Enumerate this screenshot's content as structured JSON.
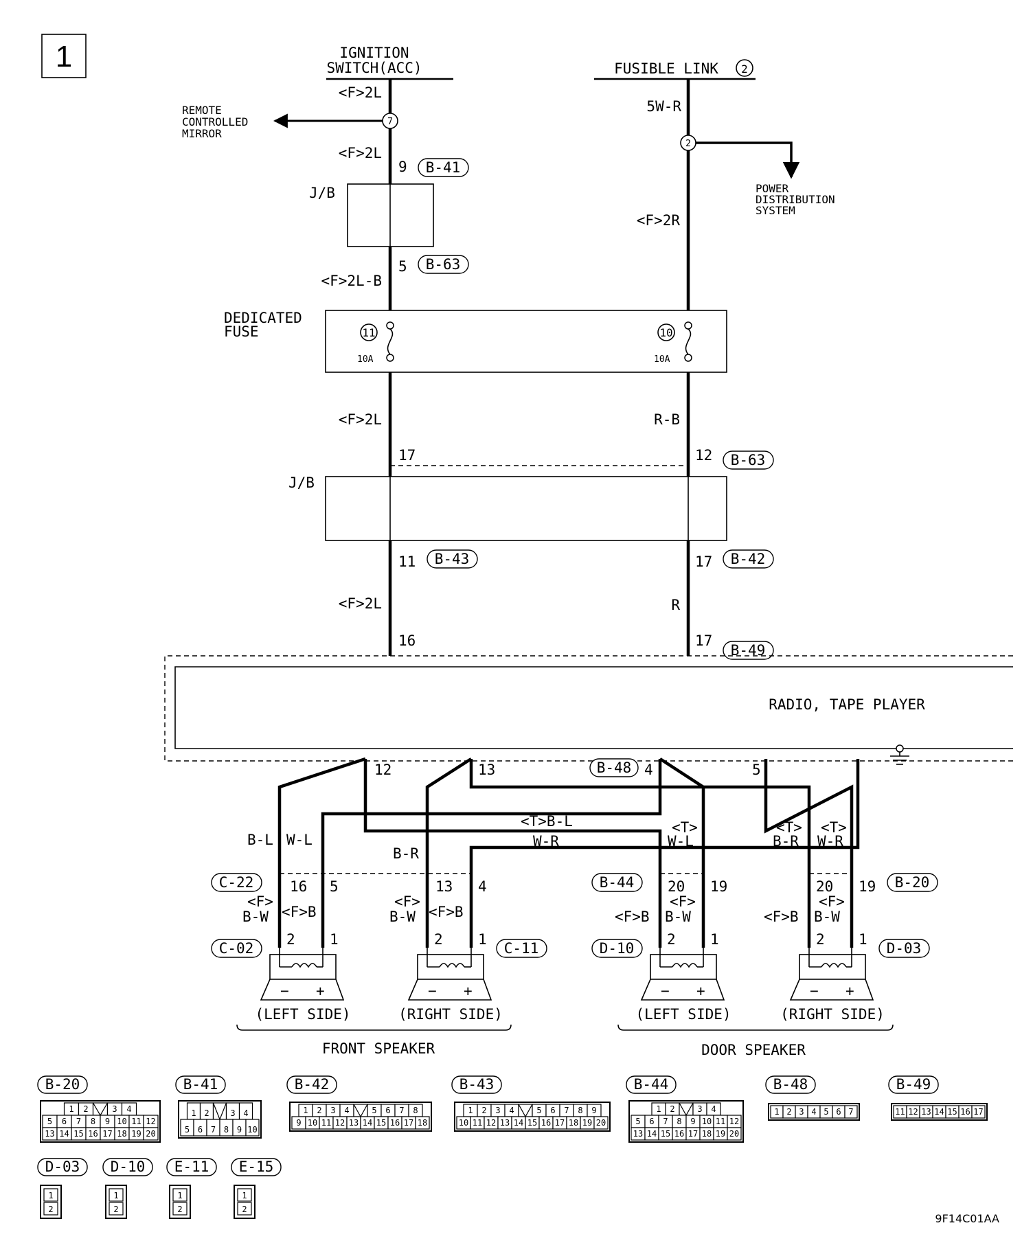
{
  "page_number": "1",
  "sources": {
    "ignition": {
      "line1": "IGNITION",
      "line2": "SWITCH(ACC)"
    },
    "fusible": {
      "label": "FUSIBLE LINK",
      "num": "2"
    }
  },
  "branches": {
    "mirror": {
      "line1": "REMOTE",
      "line2": "CONTROLLED",
      "line3": "MIRROR",
      "node": "7"
    },
    "power": {
      "line1": "POWER",
      "line2": "DISTRIBUTION",
      "line3": "SYSTEM",
      "node": "2"
    }
  },
  "wires": {
    "ign_top": "<F>2L",
    "ign_mid": "<F>2L",
    "ign_after_jb": "<F>2L-B",
    "fl_top": "5W-R",
    "fl_mid": "<F>2R",
    "after_fuse_left": "<F>2L",
    "after_fuse_right": "R-B",
    "before_radio_left": "<F>2L",
    "before_radio_right": "R",
    "fl_b": "B-L",
    "fl_w": "W-L",
    "fr_b": "B-R",
    "cross_tb": "<T>B-L",
    "cross_wr": "W-R",
    "dl_t": "<T>",
    "dl_w": "W-L",
    "dr_t1": "<T>",
    "dr_b": "B-R",
    "dr_t2": "<T>",
    "dr_w": "W-R",
    "fl_spk_neg1": "<F>",
    "fl_spk_neg2": "B-W",
    "fl_spk_pos": "<F>B",
    "fr_spk_neg1": "<F>",
    "fr_spk_neg2": "B-W",
    "fr_spk_pos": "<F>B",
    "dl_spk_neg": "<F>B",
    "dl_spk_pos1": "<F>",
    "dl_spk_pos2": "B-W",
    "dr_spk_neg": "<F>B",
    "dr_spk_pos1": "<F>",
    "dr_spk_pos2": "B-W"
  },
  "junction_block": "J/B",
  "fuse_block": {
    "line1": "DEDICATED",
    "line2": "FUSE",
    "fuse_left": "11",
    "fuse_right": "10",
    "rating_left": "10A",
    "rating_right": "10A"
  },
  "pins": {
    "jb1_in": "9",
    "jb1_out": "5",
    "jb2_in_left": "17",
    "jb2_in_right": "12",
    "jb2_out_left": "11",
    "jb2_out_right": "17",
    "radio_in_left": "16",
    "radio_in_right": "17",
    "radio_out": [
      "12",
      "13",
      "4",
      "5"
    ],
    "c22_left": "16",
    "c22_right": "5",
    "c22b_left": "13",
    "c22b_right": "4",
    "b44_left": "20",
    "b44_right": "19",
    "b20_left": "20",
    "b20_right": "19",
    "spk_neg": "2",
    "spk_pos": "1"
  },
  "connectors": {
    "b41": "B-41",
    "b63a": "B-63",
    "b63b": "B-63",
    "b43": "B-43",
    "b42": "B-42",
    "b49": "B-49",
    "b48": "B-48",
    "c22": "C-22",
    "b44": "B-44",
    "b20": "B-20",
    "c02": "C-02",
    "c11": "C-11",
    "d10": "D-10",
    "d03": "D-03"
  },
  "radio": {
    "label": "RADIO, TAPE PLAYER"
  },
  "speakers": {
    "front_left": "(LEFT SIDE)",
    "front_right": "(RIGHT SIDE)",
    "door_left": "(LEFT SIDE)",
    "door_right": "(RIGHT SIDE)",
    "front_group": "FRONT SPEAKER",
    "door_group": "DOOR SPEAKER",
    "minus": "−",
    "plus": "+"
  },
  "legend": {
    "b20": {
      "id": "B-20",
      "row1": [
        "1",
        "2",
        "",
        "3",
        "4"
      ],
      "row2": [
        "5",
        "6",
        "7",
        "8",
        "9",
        "10",
        "11",
        "12"
      ],
      "row3": [
        "13",
        "14",
        "15",
        "16",
        "17",
        "18",
        "19",
        "20"
      ]
    },
    "b41": {
      "id": "B-41",
      "row1": [
        "1",
        "2",
        "",
        "3",
        "4"
      ],
      "row2": [
        "5",
        "6",
        "7",
        "8",
        "9",
        "10"
      ]
    },
    "b42": {
      "id": "B-42",
      "row1": [
        "1",
        "2",
        "3",
        "4",
        "",
        "5",
        "6",
        "7",
        "8"
      ],
      "row2": [
        "9",
        "10",
        "11",
        "12",
        "13",
        "14",
        "15",
        "16",
        "17",
        "18"
      ]
    },
    "b43": {
      "id": "B-43",
      "row1": [
        "1",
        "2",
        "3",
        "4",
        "",
        "5",
        "6",
        "7",
        "8",
        "9"
      ],
      "row2": [
        "10",
        "11",
        "12",
        "13",
        "14",
        "15",
        "16",
        "17",
        "18",
        "19",
        "20"
      ]
    },
    "b44": {
      "id": "B-44",
      "row1": [
        "1",
        "2",
        "",
        "3",
        "4"
      ],
      "row2": [
        "5",
        "6",
        "7",
        "8",
        "9",
        "10",
        "11",
        "12"
      ],
      "row3": [
        "13",
        "14",
        "15",
        "16",
        "17",
        "18",
        "19",
        "20"
      ]
    },
    "b48": {
      "id": "B-48",
      "row1": [
        "1",
        "2",
        "3",
        "4",
        "5",
        "6",
        "7"
      ]
    },
    "b49": {
      "id": "B-49",
      "row1": [
        "11",
        "12",
        "13",
        "14",
        "15",
        "16",
        "17"
      ]
    },
    "d03": {
      "id": "D-03",
      "pins": [
        "1",
        "2"
      ]
    },
    "d10": {
      "id": "D-10",
      "pins": [
        "1",
        "2"
      ]
    },
    "e11": {
      "id": "E-11",
      "pins": [
        "1",
        "2"
      ]
    },
    "e15": {
      "id": "E-15",
      "pins": [
        "1",
        "2"
      ]
    }
  },
  "figure_code": "9F14C01AA"
}
